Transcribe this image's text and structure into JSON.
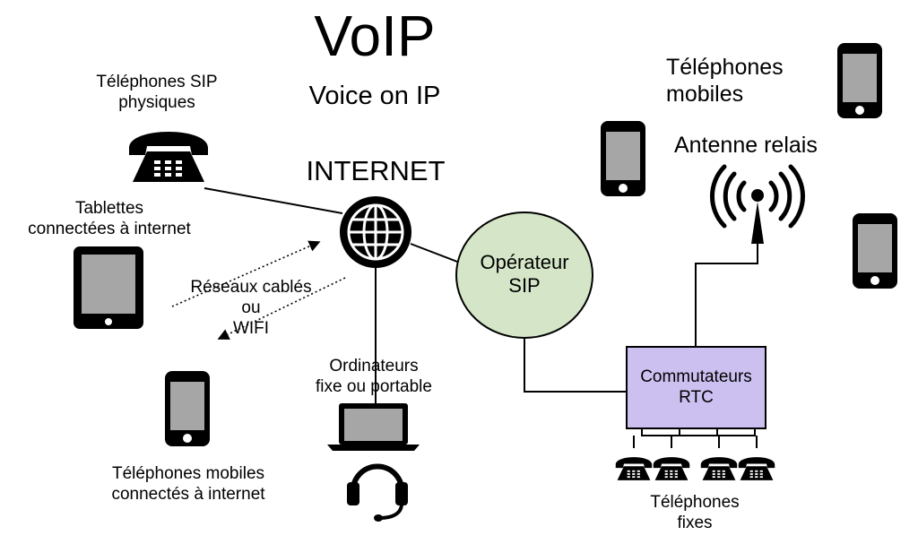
{
  "title": "VoIP",
  "subtitle": "Voice on IP",
  "nodes": {
    "internet": "INTERNET",
    "sip_phones": [
      "Téléphones SIP",
      "physiques"
    ],
    "tablets": [
      "Tablettes",
      "connectées à internet"
    ],
    "networks": [
      "Réseaux cablés",
      "ou",
      "WIFI"
    ],
    "computers": [
      "Ordinateurs",
      "fixe ou portable"
    ],
    "mobile_internet": [
      "Téléphones mobiles",
      "connectés à internet"
    ],
    "sip_operator": [
      "Opérateur",
      "SIP"
    ],
    "switches": [
      "Commutateurs",
      "RTC"
    ],
    "fixed_phones": [
      "Téléphones",
      "fixes"
    ],
    "mobile_phones": [
      "Téléphones",
      "mobiles"
    ],
    "relay_antenna": "Antenne relais"
  },
  "colors": {
    "operator_fill": "#d4e6c7",
    "switch_fill": "#ccc0f0",
    "screen_gray": "#a6a6a6",
    "device_black": "#000000"
  },
  "icons": [
    "desk-phone-icon",
    "globe-icon",
    "tablet-icon",
    "smartphone-icon",
    "laptop-icon",
    "headset-icon",
    "antenna-icon"
  ]
}
